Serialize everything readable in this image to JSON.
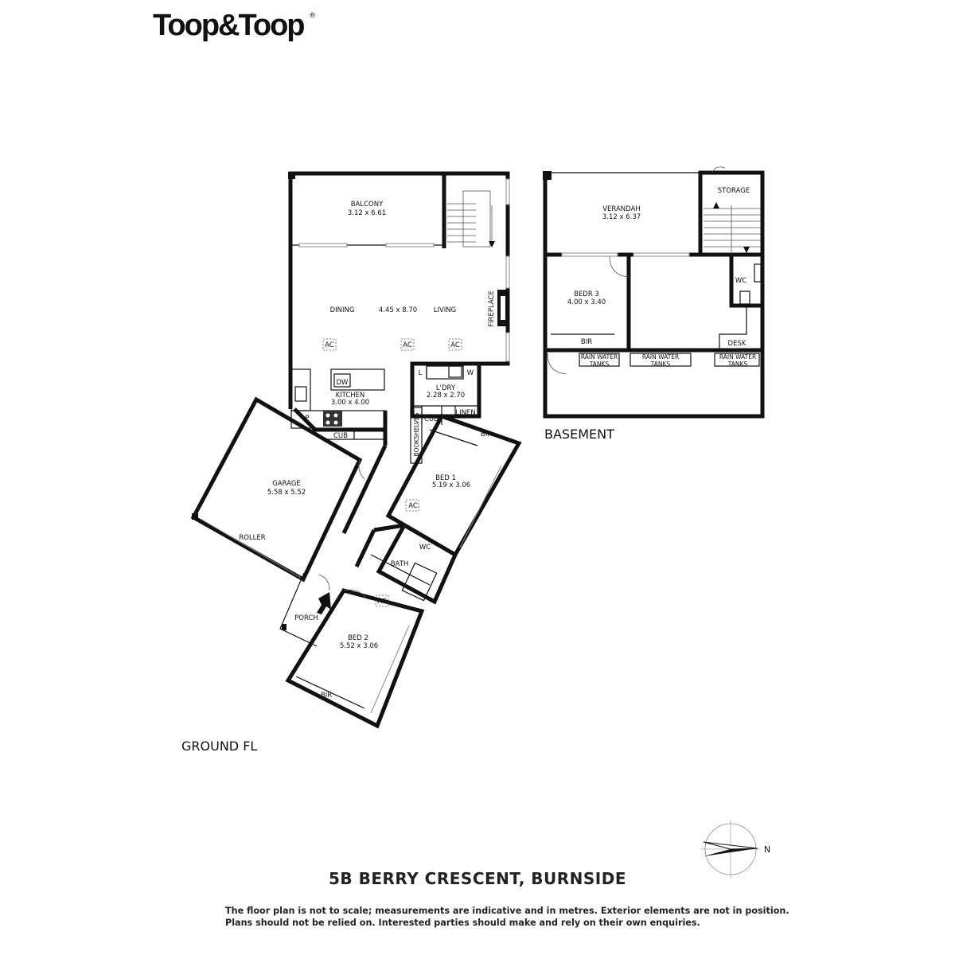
{
  "brand": {
    "logo_text": "Toop&Toop",
    "logo_mark": "®"
  },
  "rooms": {
    "balcony": {
      "name": "BALCONY",
      "dims": "3.12 x 6.61"
    },
    "dining": {
      "name": "DINING"
    },
    "living_dims": {
      "dims": "4.45 x 8.70"
    },
    "living": {
      "name": "LIVING"
    },
    "fireplace": {
      "name": "FIREPLACE"
    },
    "kitchen": {
      "name": "KITCHEN",
      "dims": "3.00 x 4.00"
    },
    "dw": {
      "name": "DW"
    },
    "pantry": {
      "name": "P"
    },
    "cub_kitchen": {
      "name": "CUB"
    },
    "laundry": {
      "name": "L'DRY",
      "dims": "2.28 x 2.70"
    },
    "laundry_l": {
      "name": "L"
    },
    "laundry_w": {
      "name": "W"
    },
    "cub_laundry": {
      "name": "CUB"
    },
    "linen": {
      "name": "LINEN"
    },
    "bookshelves": {
      "name": "BOOKSHELVES"
    },
    "garage": {
      "name": "GARAGE",
      "dims": "5.58 x 5.52"
    },
    "roller": {
      "name": "ROLLER"
    },
    "bed1": {
      "name": "BED 1",
      "dims": "5.19 x 3.06"
    },
    "bir_bed1": {
      "name": "BIR"
    },
    "wc_ground": {
      "name": "WC"
    },
    "bath": {
      "name": "BATH"
    },
    "porch": {
      "name": "PORCH"
    },
    "bed2": {
      "name": "BED 2",
      "dims": "5.52 x 3.06"
    },
    "bir_bed2": {
      "name": "BIR"
    },
    "verandah": {
      "name": "VERANDAH",
      "dims": "3.12 x 6.37"
    },
    "storage": {
      "name": "STORAGE"
    },
    "bedr3": {
      "name": "BEDR 3",
      "dims": "4.00 x 3.40"
    },
    "bir_bedr3": {
      "name": "BIR"
    },
    "wc_basement": {
      "name": "WC"
    },
    "desk": {
      "name": "DESK"
    },
    "rwt1": {
      "line1": "RAIN WATER",
      "line2": "TANKS"
    },
    "rwt2": {
      "line1": "RAIN WATER",
      "line2": "TANKS"
    },
    "rwt3": {
      "line1": "RAIN WATER",
      "line2": "TANKS"
    }
  },
  "ac_label": "AC",
  "floors": {
    "ground": "GROUND FL",
    "basement": "BASEMENT"
  },
  "compass": {
    "label": "N"
  },
  "address": "5B BERRY CRESCENT, BURNSIDE",
  "disclaimer": {
    "line1": "The floor plan is not to scale; measurements are indicative and in metres. Exterior elements are not in position.",
    "line2": "Plans should not be relied on. Interested parties should make and rely on their own enquiries."
  }
}
